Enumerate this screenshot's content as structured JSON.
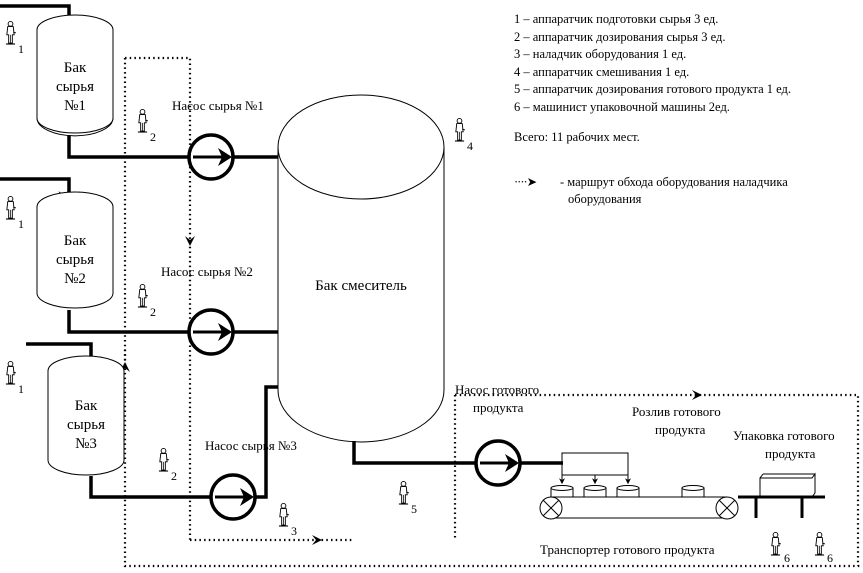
{
  "tanks": [
    {
      "line1": "Бак",
      "line2": "сырья",
      "line3": "№1"
    },
    {
      "line1": "Бак",
      "line2": "сырья",
      "line3": "№2"
    },
    {
      "line1": "Бак",
      "line2": "сырья",
      "line3": "№3"
    }
  ],
  "pumps": {
    "raw1": "Насос сырья №1",
    "raw2": "Насос сырья №2",
    "raw3": "Насос сырья №3",
    "product_line1": "Насос готового",
    "product_line2": "продукта"
  },
  "mixer": "Бак смеситель",
  "filling": {
    "line1": "Розлив готового",
    "line2": "продукта"
  },
  "packing": {
    "line1": "Упаковка готового",
    "line2": "продукта"
  },
  "conveyor": "Транспортер готового продукта",
  "workers": {
    "w1a": "1",
    "w1b": "1",
    "w1c": "1",
    "w2a": "2",
    "w2b": "2",
    "w2c": "2",
    "w3": "3",
    "w4": "4",
    "w5": "5",
    "w6a": "6",
    "w6b": "6"
  },
  "legend": {
    "items": [
      "1 – аппаратчик подготовки сырья 3 ед.",
      "2 – аппаратчик дозирования сырья 3 ед.",
      "3 – наладчик оборудования 1 ед.",
      "4 – аппаратчик смешивания 1 ед.",
      "5 – аппаратчик дозирования готового продукта 1 ед.",
      "6 – машинист упаковочной машины 2ед."
    ],
    "total": "Всего: 11 рабочих мест.",
    "route_symbol": "····➤",
    "route_line1": "- маршрут обхода оборудования наладчика",
    "route_line2": "оборудования"
  }
}
